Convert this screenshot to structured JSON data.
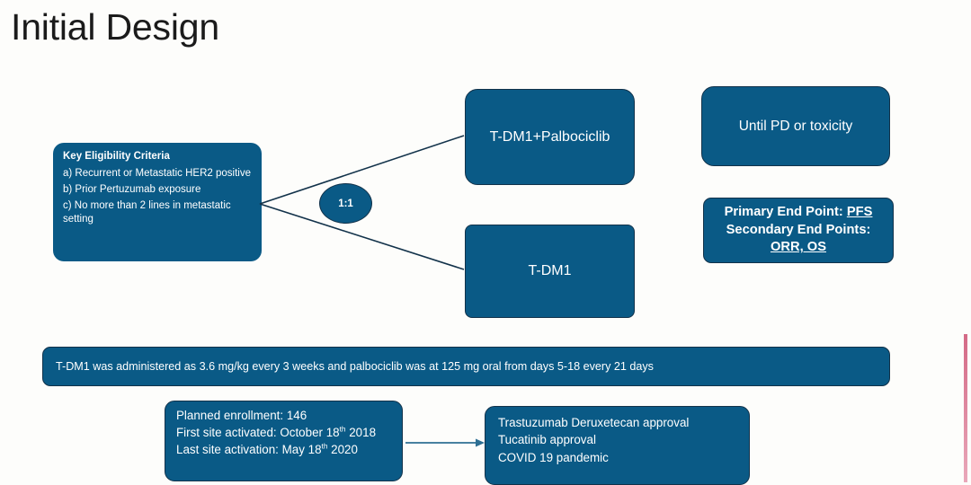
{
  "slide": {
    "title": "Initial Design",
    "background_color": "#fdfdfb",
    "accent_color": "#0a5a86",
    "outline_color": "#12324a",
    "text_color": "#ffffff",
    "edge_strip_color": "#d46a86"
  },
  "criteria": {
    "heading": "Key Eligibility Criteria",
    "items": [
      "a) Recurrent or Metastatic HER2 positive",
      "b) Prior Pertuzumab exposure",
      "c) No more than 2 lines in metastatic setting"
    ]
  },
  "randomization": {
    "ratio": "1:1"
  },
  "arms": [
    {
      "label": "T-DM1+Palbociclib"
    },
    {
      "label": "T-DM1"
    }
  ],
  "duration": {
    "label": "Until PD or toxicity"
  },
  "endpoints": {
    "primary_prefix": "Primary End Point: ",
    "primary_value": "PFS",
    "secondary_prefix": "Secondary End Points:",
    "secondary_value": "ORR, OS"
  },
  "dosing": {
    "text": "T-DM1 was administered as 3.6 mg/kg every 3 weeks and palbociclib was at 125 mg oral from days 5-18 every 21 days"
  },
  "enrollment": {
    "line1": "Planned enrollment: 146",
    "line2_prefix": "First site activated: October 18",
    "line2_sup": "th",
    "line2_suffix": " 2018",
    "line3_prefix": "Last site activation: May 18",
    "line3_sup": "th",
    "line3_suffix": " 2020"
  },
  "events": {
    "items": [
      "Trastuzumab Deruxetecan approval",
      "Tucatinib approval",
      "COVID 19 pandemic"
    ]
  }
}
